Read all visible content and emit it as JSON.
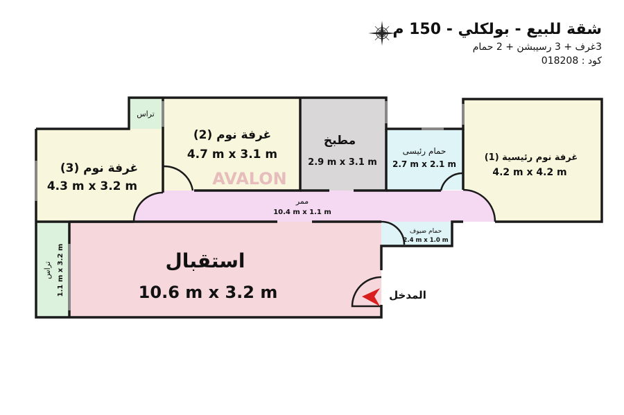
{
  "header": {
    "title": "شقة للبيع - بولكلي - 150 م",
    "subtitle": "3غرف + 3 رسيبشن + 2 حمام",
    "code": "كود : 018208"
  },
  "watermark": "AVALON",
  "compass_icon": "compass-rose-icon",
  "colors": {
    "bedroom": "#f8f6dc",
    "kitchen": "#d9d7d8",
    "bathroom": "#dff4f7",
    "terrace": "#ddf2dc",
    "corridor": "#f5d8f2",
    "reception": "#f5d7dc",
    "entrance_arrow": "#d81e1e"
  },
  "rooms": {
    "terrace_top": {
      "name": "تراس"
    },
    "bedroom3": {
      "name": "غرفة نوم (3)",
      "size": "4.3 m x 3.2 m"
    },
    "bedroom2": {
      "name": "غرفة نوم (2)",
      "size": "4.7 m x 3.1 m"
    },
    "kitchen": {
      "name": "مطبخ",
      "size": "2.9 m x 3.1 m"
    },
    "master_bath": {
      "name": "حمام رئيسى",
      "size": "2.7 m x 2.1 m"
    },
    "master_bedroom": {
      "name": "غرفة نوم رئيسية (1)",
      "size": "4.2 m x 4.2 m"
    },
    "corridor": {
      "name": "ممر",
      "size": "10.4 m x 1.1 m"
    },
    "guest_bath": {
      "name": "حمام ضيوف",
      "size": "2.4 m x 1.0 m"
    },
    "terrace_left": {
      "name": "تراس",
      "size": "1.1 m x 3.2 m"
    },
    "reception": {
      "name": "استقبال",
      "size": "10.6 m x 3.2 m"
    },
    "entrance": {
      "name": "المدخل"
    }
  }
}
